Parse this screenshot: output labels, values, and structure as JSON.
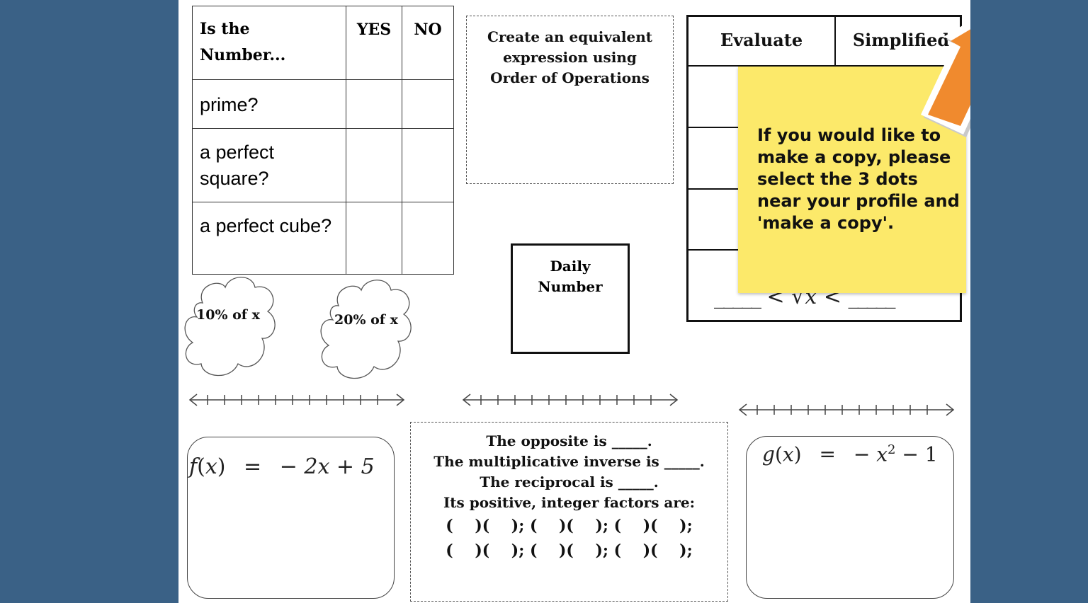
{
  "colors": {
    "background": "#3a6186",
    "page": "#ffffff",
    "sticky_note": "#fce96a",
    "arrow": "#f08a2e"
  },
  "number_table": {
    "header_label": "Is the Number...",
    "yes_label": "YES",
    "no_label": "NO",
    "rows": [
      "prime?",
      "a perfect square?",
      "a perfect cube?"
    ]
  },
  "order_box": {
    "text": "Create an equivalent expression using Order of Operations"
  },
  "evaluate_table": {
    "evaluate_label": "Evaluate",
    "simplified_label": "Simplified"
  },
  "inequality": {
    "blank_left": "_____",
    "less_than": "<",
    "x": "x",
    "blank_right": "_____"
  },
  "daily_number": {
    "label": "Daily Number"
  },
  "clouds": [
    {
      "label": "10% of x"
    },
    {
      "label": "20% of x"
    }
  ],
  "functions": {
    "f": {
      "name": "f",
      "var": "x",
      "rhs": "− 2x + 5"
    },
    "g": {
      "name": "g",
      "var": "x",
      "rhs_base": "− x",
      "exponent": "2",
      "rhs_tail": "− 1"
    }
  },
  "facts": {
    "opposite": "The opposite is _____.",
    "mult_inverse": "The multiplicative inverse is _____.",
    "reciprocal": "The reciprocal is _____.",
    "factors": "Its positive, integer factors are:",
    "pairs_row1": "(    )(    ); (    )(    ); (    )(    );",
    "pairs_row2": "(    )(    ); (    )(    ); (    )(    );"
  },
  "sticky_note": {
    "text": "If you would like to make a copy, please select the 3 dots near your profile and 'make a copy'."
  }
}
